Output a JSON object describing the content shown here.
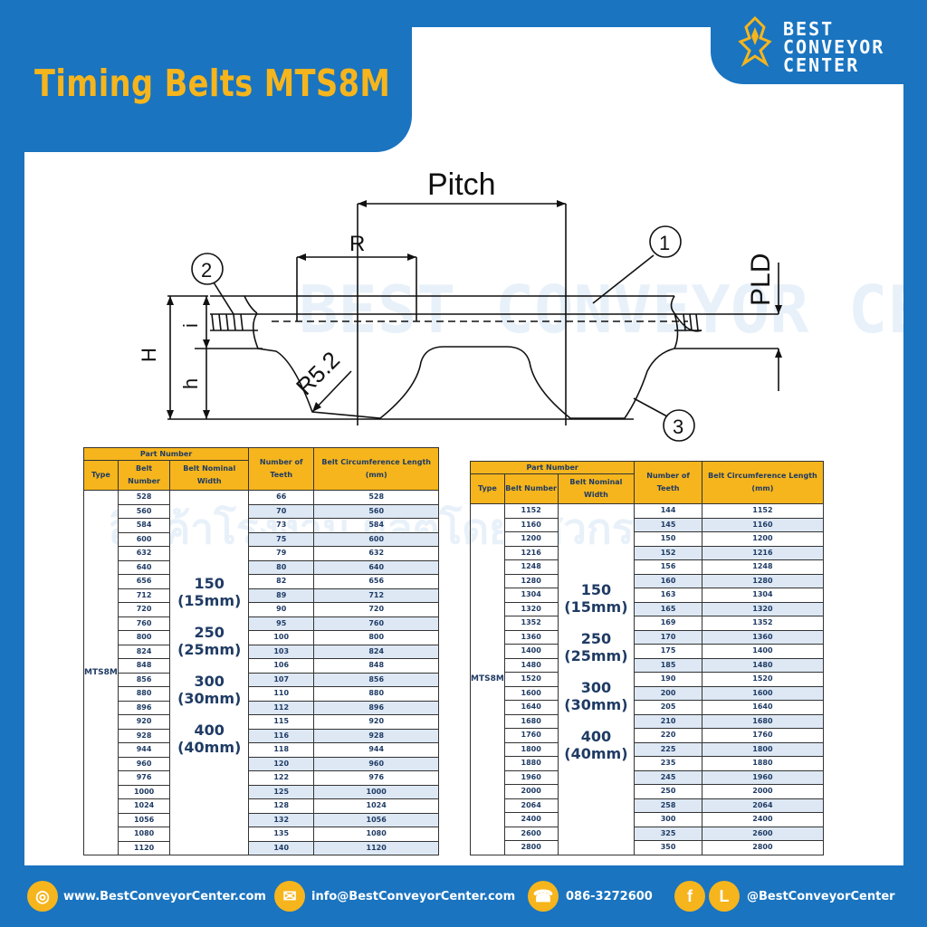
{
  "title": "Timing Belts MTS8M",
  "brand": {
    "line1": "BEST",
    "line2": "CONVEYOR",
    "line3": "CENTER"
  },
  "watermark": {
    "text1": "BEST CONVEYOR CENTER",
    "text2": "สินค้าโรงงาน ผลิตโดยวิศวกร"
  },
  "diagram": {
    "pitch": "Pitch",
    "r": "R",
    "pld": "PLD",
    "h_total": "H",
    "h_tooth": "h",
    "i": "i",
    "radius": "R5.2",
    "callouts": [
      "1",
      "2",
      "3"
    ]
  },
  "table_headers": {
    "part_number": "Part Number",
    "type": "Type",
    "belt_number": "Belt Number",
    "belt_width": "Belt Nominal Width",
    "teeth": "Number of Teeth",
    "length": "Belt Circumference Length (mm)"
  },
  "type_value": "MTS8M",
  "widths": [
    {
      "w": "150",
      "mm": "(15mm)"
    },
    {
      "w": "250",
      "mm": "(25mm)"
    },
    {
      "w": "300",
      "mm": "(30mm)"
    },
    {
      "w": "400",
      "mm": "(40mm)"
    }
  ],
  "table_left": [
    [
      "528",
      "66",
      "528"
    ],
    [
      "560",
      "70",
      "560"
    ],
    [
      "584",
      "73",
      "584"
    ],
    [
      "600",
      "75",
      "600"
    ],
    [
      "632",
      "79",
      "632"
    ],
    [
      "640",
      "80",
      "640"
    ],
    [
      "656",
      "82",
      "656"
    ],
    [
      "712",
      "89",
      "712"
    ],
    [
      "720",
      "90",
      "720"
    ],
    [
      "760",
      "95",
      "760"
    ],
    [
      "800",
      "100",
      "800"
    ],
    [
      "824",
      "103",
      "824"
    ],
    [
      "848",
      "106",
      "848"
    ],
    [
      "856",
      "107",
      "856"
    ],
    [
      "880",
      "110",
      "880"
    ],
    [
      "896",
      "112",
      "896"
    ],
    [
      "920",
      "115",
      "920"
    ],
    [
      "928",
      "116",
      "928"
    ],
    [
      "944",
      "118",
      "944"
    ],
    [
      "960",
      "120",
      "960"
    ],
    [
      "976",
      "122",
      "976"
    ],
    [
      "1000",
      "125",
      "1000"
    ],
    [
      "1024",
      "128",
      "1024"
    ],
    [
      "1056",
      "132",
      "1056"
    ],
    [
      "1080",
      "135",
      "1080"
    ],
    [
      "1120",
      "140",
      "1120"
    ]
  ],
  "table_right": [
    [
      "1152",
      "144",
      "1152"
    ],
    [
      "1160",
      "145",
      "1160"
    ],
    [
      "1200",
      "150",
      "1200"
    ],
    [
      "1216",
      "152",
      "1216"
    ],
    [
      "1248",
      "156",
      "1248"
    ],
    [
      "1280",
      "160",
      "1280"
    ],
    [
      "1304",
      "163",
      "1304"
    ],
    [
      "1320",
      "165",
      "1320"
    ],
    [
      "1352",
      "169",
      "1352"
    ],
    [
      "1360",
      "170",
      "1360"
    ],
    [
      "1400",
      "175",
      "1400"
    ],
    [
      "1480",
      "185",
      "1480"
    ],
    [
      "1520",
      "190",
      "1520"
    ],
    [
      "1600",
      "200",
      "1600"
    ],
    [
      "1640",
      "205",
      "1640"
    ],
    [
      "1680",
      "210",
      "1680"
    ],
    [
      "1760",
      "220",
      "1760"
    ],
    [
      "1800",
      "225",
      "1800"
    ],
    [
      "1880",
      "235",
      "1880"
    ],
    [
      "1960",
      "245",
      "1960"
    ],
    [
      "2000",
      "250",
      "2000"
    ],
    [
      "2064",
      "258",
      "2064"
    ],
    [
      "2400",
      "300",
      "2400"
    ],
    [
      "2600",
      "325",
      "2600"
    ],
    [
      "2800",
      "350",
      "2800"
    ]
  ],
  "footer": {
    "website": "www.BestConveyorCenter.com",
    "email": "info@BestConveyorCenter.com",
    "phone": "086-3272600",
    "social": "@BestConveyorCenter",
    "icon_web": "globe-icon",
    "icon_mail": "mail-icon",
    "icon_phone": "phone-icon",
    "icon_fb": "facebook-icon",
    "icon_line": "line-icon",
    "fb_glyph": "f",
    "line_glyph": "L"
  },
  "colors": {
    "blue": "#1a74c0",
    "yellow": "#f6b51c",
    "navy": "#1f3b64"
  }
}
